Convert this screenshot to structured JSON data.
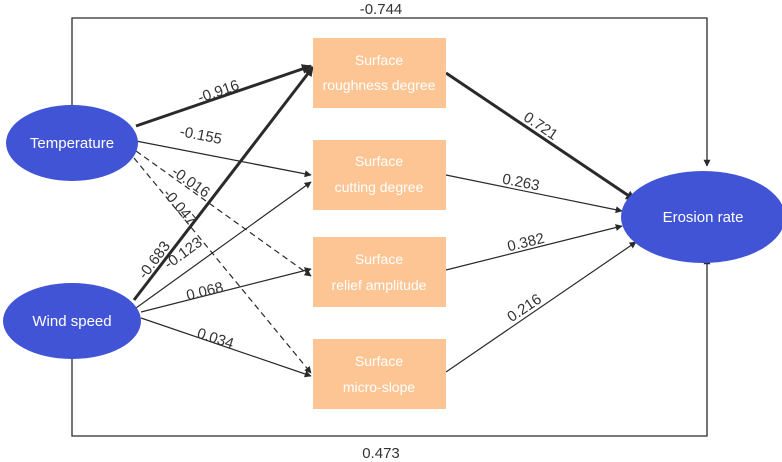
{
  "colors": {
    "oval_fill": "#4254d6",
    "box_fill": "#fdc594",
    "line": "#2a2a2a",
    "text": "#333333"
  },
  "nodes": {
    "temperature": "Temperature",
    "wind_speed": "Wind speed",
    "erosion_rate": "Erosion rate",
    "roughness": {
      "line1": "Surface",
      "line2": "roughness degree"
    },
    "cutting": {
      "line1": "Surface",
      "line2": "cutting degree"
    },
    "relief": {
      "line1": "Surface",
      "line2": "relief amplitude"
    },
    "microslope": {
      "line1": "Surface",
      "line2": "micro-slope"
    }
  },
  "paths": {
    "temp_to_erosion": "-0.744",
    "wind_to_erosion": "0.473",
    "temp_to_roughness": "-0.916",
    "temp_to_cutting": "-0.155",
    "temp_to_relief": "-0.016",
    "temp_to_microslope": "-0.047",
    "wind_to_roughness": "-0.683",
    "wind_to_cutting": "-0.123",
    "wind_to_relief": "0.068",
    "wind_to_microslope": "0.034",
    "roughness_to_erosion": "0.721",
    "cutting_to_erosion": "0.263",
    "relief_to_erosion": "0.382",
    "microslope_to_erosion": "0.216"
  }
}
